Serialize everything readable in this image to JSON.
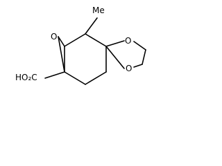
{
  "molecule": {
    "labels": {
      "methyl": "Me",
      "epoxide_oxygen": "O",
      "ketal_oxygen_top": "O",
      "ketal_oxygen_bottom": "O",
      "carboxylic_acid": "HO₂C"
    },
    "colors": {
      "bond": "#000000",
      "text": "#000000",
      "background": "#ffffff"
    }
  }
}
